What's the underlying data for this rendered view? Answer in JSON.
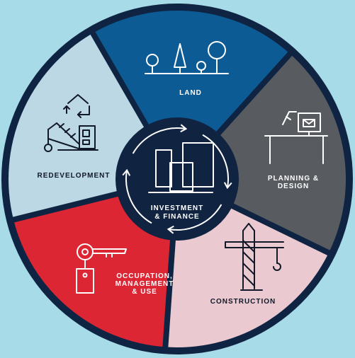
{
  "colors": {
    "background": "#a8dbe8",
    "outer_ring": "#0f2442",
    "land": "#0d5b94",
    "planning": "#585c61",
    "construction": "#ebc9d0",
    "occupation": "#dd2634",
    "redevelopment": "#bcd8e4",
    "center": "#102341"
  },
  "center": {
    "line1": "INVESTMENT",
    "line2": "& FINANCE"
  },
  "segments": {
    "land": {
      "label": "LAND",
      "icon": "trees-icon"
    },
    "planning": {
      "line1": "PLANNING &",
      "line2": "DESIGN",
      "icon": "desk-computer-icon"
    },
    "construction": {
      "label": "CONSTRUCTION",
      "icon": "tower-crane-icon"
    },
    "occupation": {
      "line1": "OCCUPATION,",
      "line2": "MANAGEMENT",
      "line3": "& USE",
      "icon": "key-tag-icon"
    },
    "redevelopment": {
      "label": "REDEVELOPMENT",
      "icon": "demolition-recycle-icon"
    }
  }
}
